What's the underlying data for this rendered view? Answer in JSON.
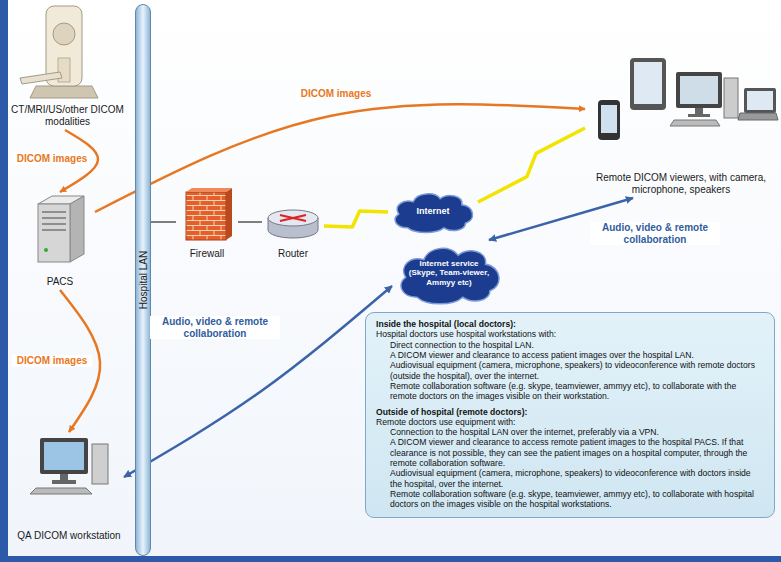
{
  "diagram": {
    "nodes": [
      {
        "text": [
          "CT/MRI/US/other DICOM modalities"
        ]
      },
      {
        "text": [
          "Hospital LAN"
        ]
      },
      {
        "text": [
          "PACS"
        ]
      },
      {
        "text": [
          "Firewall"
        ]
      },
      {
        "text": [
          "Router"
        ]
      },
      {
        "text": [
          "Internet"
        ]
      },
      {
        "text": [
          "Internet service (Skype, Team-viewer, Ammyy etc)"
        ]
      },
      {
        "text": [
          "Remote DICOM viewers, with camera, microphone, speakers"
        ]
      },
      {
        "text": [
          "QA DICOM workstation"
        ]
      },
      {
        "text": [
          "Inside the hospital (local doctors):",
          "Hospital doctors use hospital workstations with:",
          "Direct connection to the hospital LAN.",
          "A DICOM viewer and clearance to access patient images over the hospital LAN.",
          "Audiovisual equipment (camera, microphone, speakers) to videoconference with remote doctors (outside the hospital), over the internet.",
          "Remote collaboration software (e.g. skype, teamviewer, ammyy etc), to collaborate with the remote doctors on the images visible on their workstation.",
          "Outside of hospital (remote doctors):",
          "Remote doctors use equipment with:",
          "Connection to the hospital LAN over the internet, preferably via a VPN.",
          "A DICOM viewer and clearance to access remote patient images to the hospital PACS. If that clearance is not possible, they can see the patient images on a hospital computer, through the remote collaboration software.",
          "Audiovisual equipment (camera, microphone, speakers) to videoconference with doctors inside the hospital, over the internet.",
          "Remote collaboration software (e.g. skype, teamviewer, ammyy etc), to collaborate with hospital doctors on the images visible on the hospital workstations."
        ]
      }
    ],
    "edges": [
      {
        "from": 0,
        "to": 2,
        "arrow": "to",
        "label": "DICOM images"
      },
      {
        "from": 2,
        "to": 7,
        "arrow": "to",
        "label": "DICOM images"
      },
      {
        "from": 2,
        "to": 8,
        "arrow": "to",
        "label": "DICOM images"
      },
      {
        "from": 8,
        "to": 6,
        "arrow": "both",
        "label": "Audio, video & remote collaboration"
      },
      {
        "from": 6,
        "to": 7,
        "arrow": "both",
        "label": "Audio, video & remote collaboration"
      },
      {
        "from": 1,
        "to": 3,
        "arrow": "none"
      },
      {
        "from": 3,
        "to": 4,
        "arrow": "none"
      },
      {
        "from": 4,
        "to": 5,
        "arrow": "none"
      },
      {
        "from": 5,
        "to": 7,
        "arrow": "none"
      }
    ]
  }
}
